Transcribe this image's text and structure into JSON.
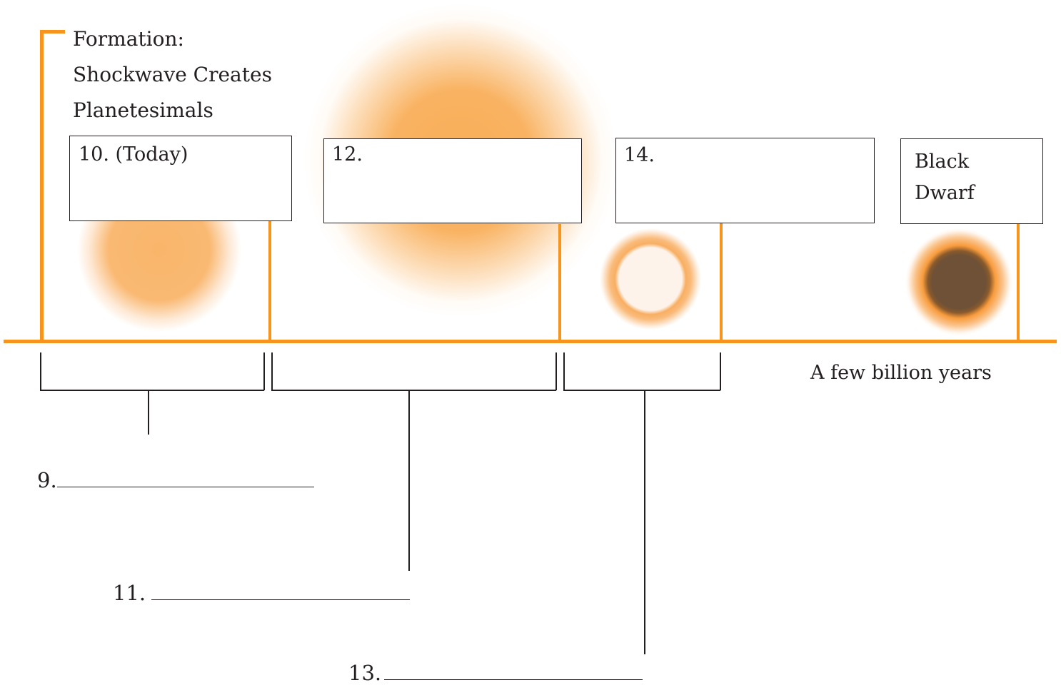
{
  "colors": {
    "accent": "#f7941d",
    "ink": "#231f20",
    "sun_glow": "#f7a23c",
    "white_dwarf_core": "#fdf3ea",
    "black_dwarf_core": "#6e5136"
  },
  "start_label": "Formation:\nShockwave Creates\nPlanetesimals",
  "boxes": [
    {
      "label": "10. (Today)"
    },
    {
      "label": "12."
    },
    {
      "label": "14."
    },
    {
      "label": "Black\nDwarf"
    }
  ],
  "end_span_label": "A few billion years",
  "blanks": [
    {
      "label": "9."
    },
    {
      "label": "11."
    },
    {
      "label": "13."
    }
  ],
  "icons": [
    "sun-icon",
    "red-giant-icon",
    "white-dwarf-icon",
    "black-dwarf-icon"
  ]
}
